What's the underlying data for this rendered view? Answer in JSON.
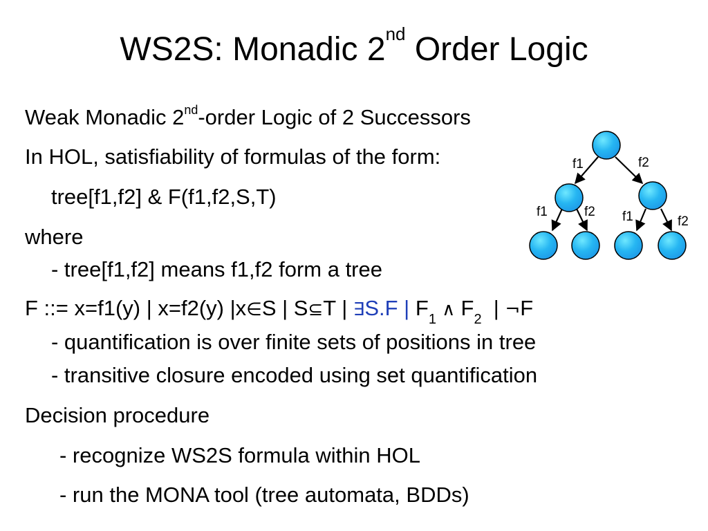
{
  "title": {
    "prefix": "WS2S: Monadic 2",
    "sup": "nd",
    "suffix": " Order Logic"
  },
  "body": {
    "line1": {
      "prefix": "Weak Monadic 2",
      "sup": "nd",
      "suffix": "-order Logic of 2 Successors"
    },
    "line2": "In HOL, satisfiability of formulas of the form:",
    "line3": "tree[f1,f2] & F(f1,f2,S,T)",
    "line4": "where",
    "line5": "- tree[f1,f2] means f1,f2 form a tree",
    "line6": {
      "p1": "F ::= x=f1(y) | x=f2(y) |x",
      "elem": "∈",
      "p2": "S | S",
      "subset": "⊆",
      "p3": "T | ",
      "exists": "∃",
      "blue": "S.F |",
      "p4": " F",
      "sub1": "1",
      "and": " ∧ ",
      "p5": "F",
      "sub2": "2",
      "p6": "  | ",
      "not": "¬",
      "p7": "F"
    },
    "line7": "- quantification is over finite sets of positions in tree",
    "line8": "- transitive closure encoded using set quantification",
    "line9": "Decision procedure",
    "line10": "- recognize WS2S formula within HOL",
    "line11": "- run the MONA tool (tree automata, BDDs)"
  },
  "tree": {
    "labels": {
      "root_left": "f1",
      "root_right": "f2",
      "left_left": "f1",
      "left_right": "f2",
      "right_left": "f1",
      "right_right": "f2"
    },
    "node_color": "#1e9be8",
    "node_highlight": "#6fe8ff"
  }
}
